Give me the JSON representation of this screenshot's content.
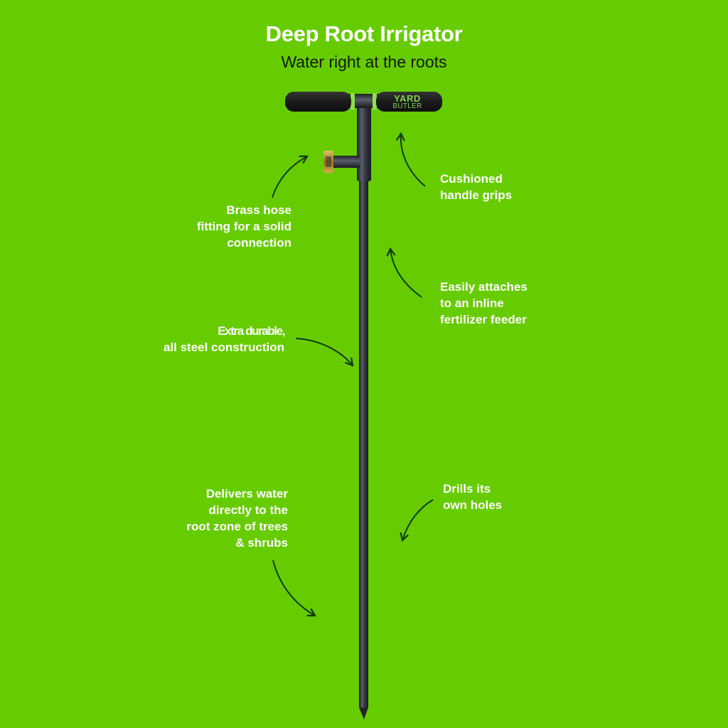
{
  "header": {
    "title": "Deep Root Irrigator",
    "subtitle": "Water right at the roots"
  },
  "product": {
    "brand_line1": "YARD",
    "brand_line2": "BUTLER"
  },
  "callouts": [
    {
      "id": "cushioned-grips",
      "lines": [
        "Cushioned",
        "handle grips"
      ]
    },
    {
      "id": "brass-fitting",
      "lines": [
        "Brass hose",
        "fitting for a solid",
        "connection"
      ]
    },
    {
      "id": "fertilizer-feeder",
      "lines": [
        "Easily attaches",
        "to an inline",
        "fertilizer feeder"
      ]
    },
    {
      "id": "all-steel",
      "lines": [
        "Extra durable,",
        "all steel construction"
      ]
    },
    {
      "id": "delivers-water",
      "lines": [
        "Delivers water",
        "directly to the",
        "root zone of trees",
        "& shrubs"
      ]
    },
    {
      "id": "drills-holes",
      "lines": [
        "Drills its",
        "own holes"
      ]
    }
  ],
  "colors": {
    "background": "#66cc00",
    "title_text": "#ffffff",
    "subtitle_text": "#111a05",
    "arrow": "#0f3d0a",
    "steel": "#2e3038",
    "grip": "#1c1c1c",
    "brass": "#b8912e",
    "brand_accent": "#7fd24a"
  }
}
